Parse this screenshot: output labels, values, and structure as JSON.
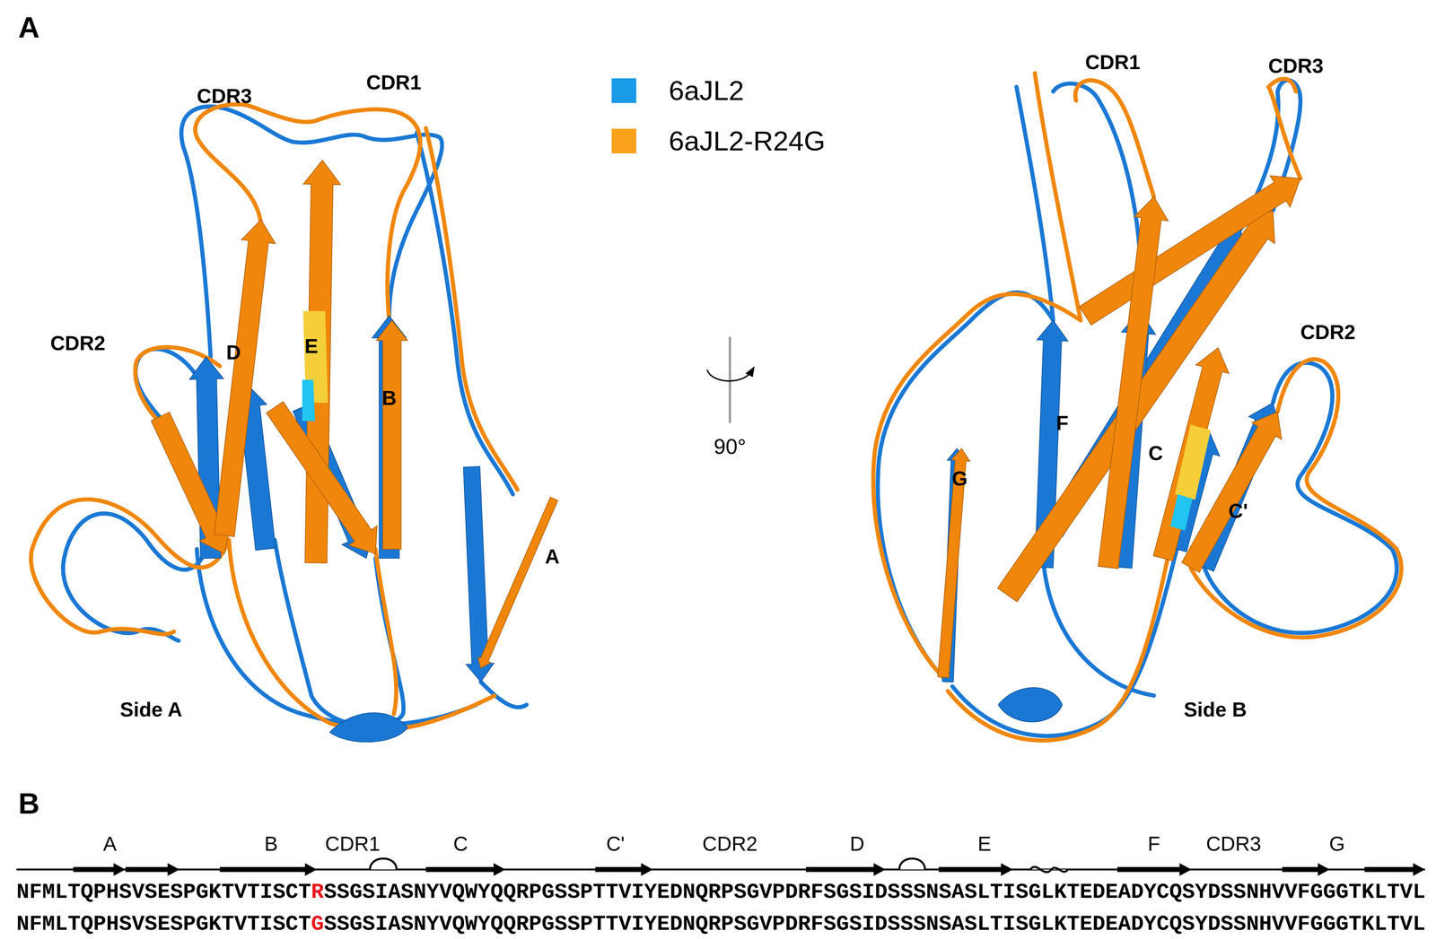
{
  "diagram": {
    "labels": [
      "A",
      "CDR3",
      "CDR1",
      "CDR2",
      "D",
      "E",
      "B",
      "A",
      "Side A",
      "90°",
      "CDR1",
      "CDR3",
      "CDR2",
      "F",
      "C",
      "C'",
      "G",
      "Side B",
      "B",
      "A",
      "B",
      "CDR1",
      "C",
      "C'",
      "CDR2",
      "D",
      "E",
      "F",
      "CDR3",
      "G",
      "NFMLTQPHSVSESPGKTVTISCT",
      "R",
      "SSGSIASNYVQWYQQRPGSSPTTVIYEDNQRPSGVPDRFSGSIDSSSNSASLTISGLKTEDEADYCQSYDSSNHVVFGGGTKLTVL",
      "NFMLTQPHSVSESPGKTVTISCT",
      "G",
      "SSGSIASNYVQWYQQRPGSSPTTVIYEDNQRPSGVPDRFSGSIDSSSNSASLTISGLKTEDEADYCQSYDSSNHVVFGGGTKLTVL"
    ],
    "legend": [
      {
        "text": "6aJL2",
        "color": "#1a9be6"
      },
      {
        "text": "6aJL2-R24G",
        "color": "#f9a11b"
      }
    ]
  }
}
